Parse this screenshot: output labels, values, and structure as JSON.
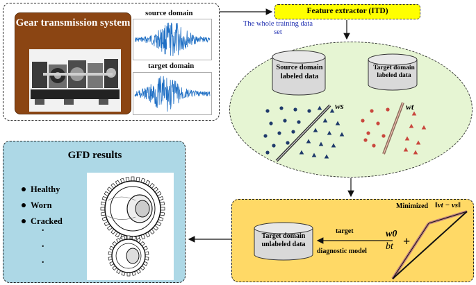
{
  "system_box": {
    "title": "Gear transmission system",
    "source_label": "source  domain",
    "target_label": "target domain"
  },
  "feature_extractor": {
    "label": "Feature extractor (ITD)",
    "note": "The whole training data set"
  },
  "ellipse": {
    "source_db": "Source domain labeled data",
    "target_db": "Target domain labeled data",
    "ws_label": "ws",
    "wt_label": "wt"
  },
  "gfd": {
    "title": "GFD results",
    "items": [
      "Healthy",
      "Worn",
      "Cracked"
    ],
    "dots": [
      ".",
      ".",
      "."
    ]
  },
  "model": {
    "minimized_label": "Minimized",
    "minimized_expr": "‖vt − vs‖",
    "w0": "w0",
    "bt": "bt",
    "plus": "+",
    "arrow_label_1": "target",
    "arrow_label_2": "diagnostic model",
    "db_label": "Target domain unlabeled data"
  },
  "colors": {
    "brown": "#8b4513",
    "yellow": "#ffff00",
    "green_fill": "#e6f5d3",
    "light_blue": "#add8e6",
    "gold": "#ffd966",
    "signal_blue": "#1f6fc4",
    "navy": "#1f3a6b",
    "red_point": "#c9473d"
  }
}
